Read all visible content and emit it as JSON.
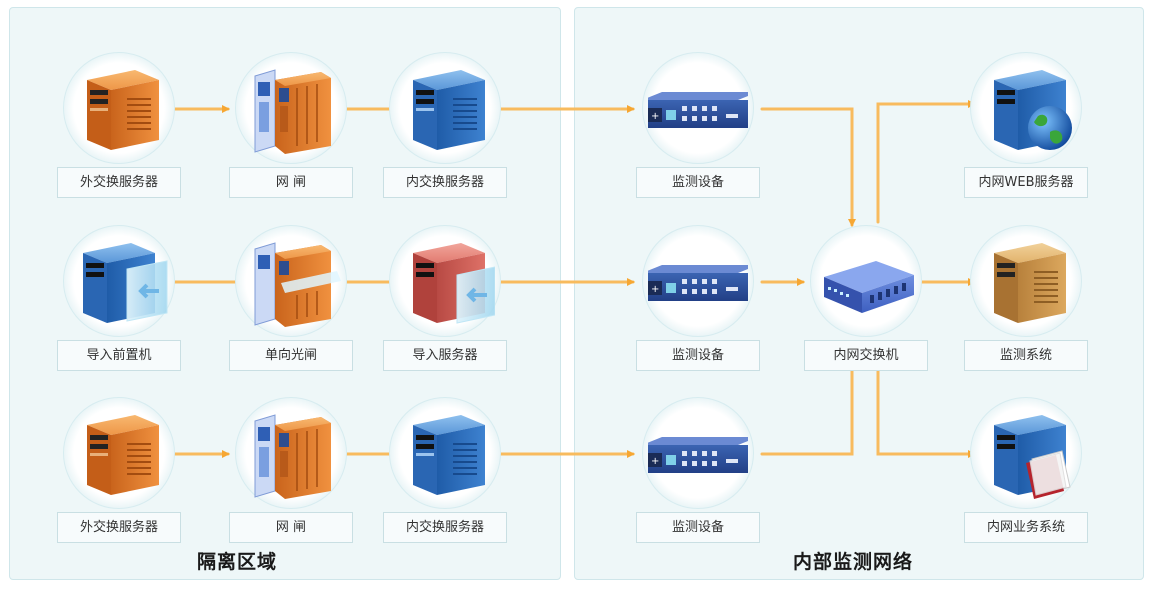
{
  "zones": {
    "isolation_title": "隔离区域",
    "internal_title": "内部监测网络"
  },
  "nodes": {
    "ext_server_1": {
      "label": "外交换服务器",
      "icon": "orange-server-icon"
    },
    "gateway_1": {
      "label": "网  闸",
      "icon": "gateway-icon"
    },
    "int_server_1": {
      "label": "内交换服务器",
      "icon": "blue-server-icon"
    },
    "monitor_1": {
      "label": "监测设备",
      "icon": "rack-device-icon"
    },
    "web_server": {
      "label": "内网WEB服务器",
      "icon": "web-server-globe-icon"
    },
    "import_front": {
      "label": "导入前置机",
      "icon": "import-server-icon"
    },
    "optical_gate": {
      "label": "单向光闸",
      "icon": "optical-gate-icon"
    },
    "import_server": {
      "label": "导入服务器",
      "icon": "red-import-server-icon"
    },
    "monitor_2": {
      "label": "监测设备",
      "icon": "rack-device-icon"
    },
    "switch": {
      "label": "内网交换机",
      "icon": "network-switch-icon"
    },
    "monitor_system": {
      "label": "监测系统",
      "icon": "tan-server-icon"
    },
    "ext_server_2": {
      "label": "外交换服务器",
      "icon": "orange-server-icon"
    },
    "gateway_2": {
      "label": "网  闸",
      "icon": "gateway-icon"
    },
    "int_server_2": {
      "label": "内交换服务器",
      "icon": "blue-server-icon"
    },
    "monitor_3": {
      "label": "监测设备",
      "icon": "rack-device-icon"
    },
    "business_system": {
      "label": "内网业务系统",
      "icon": "business-server-icon"
    }
  },
  "colors": {
    "wire": "#f6b24a",
    "zone_bg": "#eef7f8",
    "zone_border": "#cfe6ea"
  }
}
